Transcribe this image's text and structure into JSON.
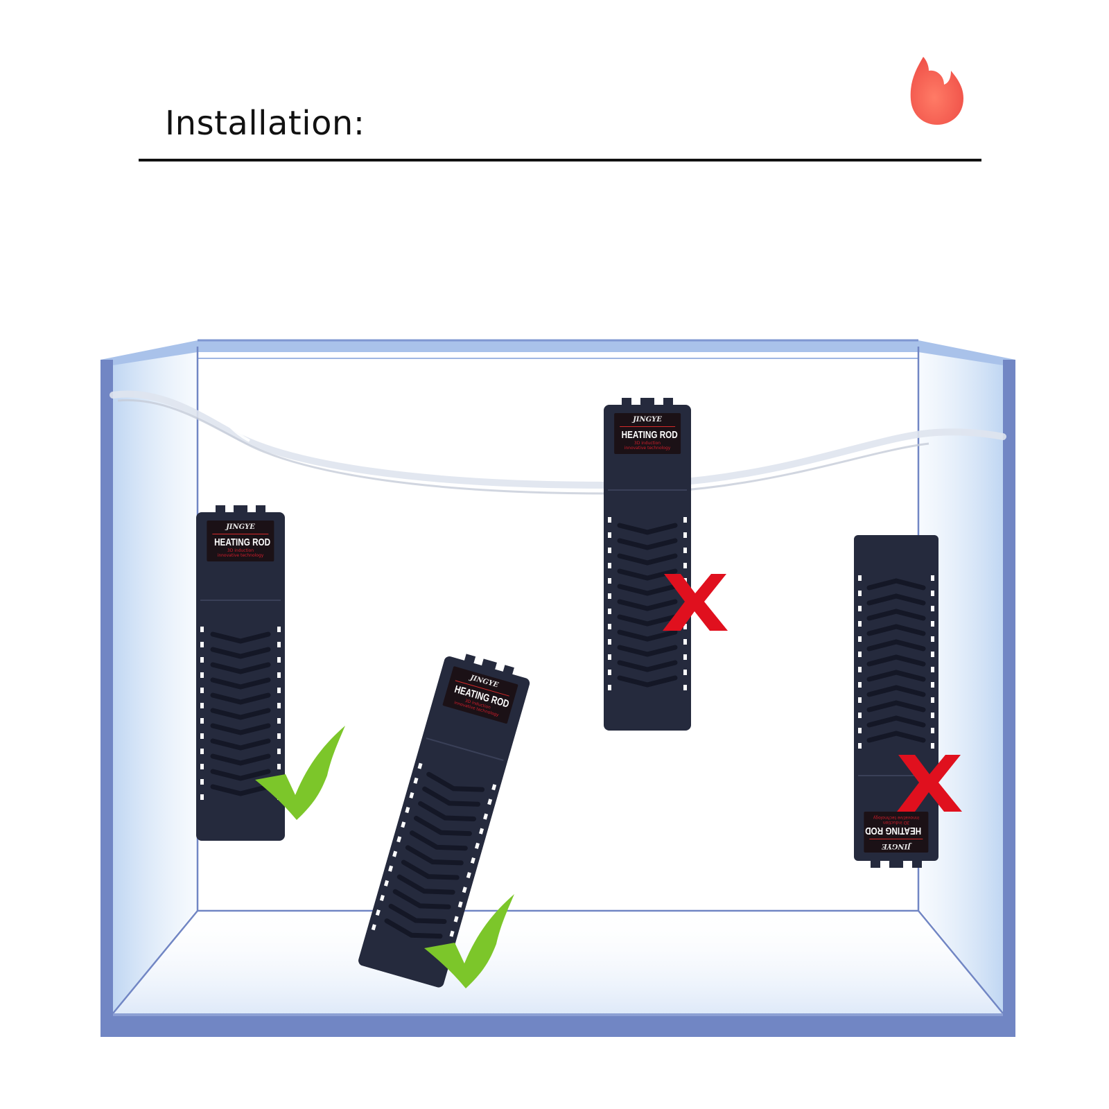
{
  "page": {
    "title": "Installation:"
  },
  "heaters": [
    {
      "id": "left",
      "brand": "JINGYE",
      "model": "HEATING ROD",
      "tagline": "3D induction",
      "tagline2": "innovative technology",
      "placement": "correct"
    },
    {
      "id": "tilted",
      "brand": "JINGYE",
      "model": "HEATING ROD",
      "tagline": "3D induction",
      "tagline2": "innovative technology",
      "placement": "correct"
    },
    {
      "id": "above-water",
      "brand": "JINGYE",
      "model": "HEATING ROD",
      "tagline": "3D induction",
      "tagline2": "innovative technology",
      "placement": "incorrect"
    },
    {
      "id": "upside-down",
      "brand": "JINGYE",
      "model": "HEATING ROD",
      "tagline": "3D induction",
      "tagline2": "innovative technology",
      "placement": "incorrect"
    }
  ],
  "icons": {
    "flame": "flame-icon",
    "correct": "check-mark-icon",
    "incorrect": "cross-mark-icon"
  },
  "colors": {
    "tank_frame": "#7186c4",
    "tank_glass": "#c9dcf4",
    "heater_body": "#252a3d",
    "check": "#7cc62a",
    "cross": "#e0101e",
    "flame": "#f25d50"
  }
}
